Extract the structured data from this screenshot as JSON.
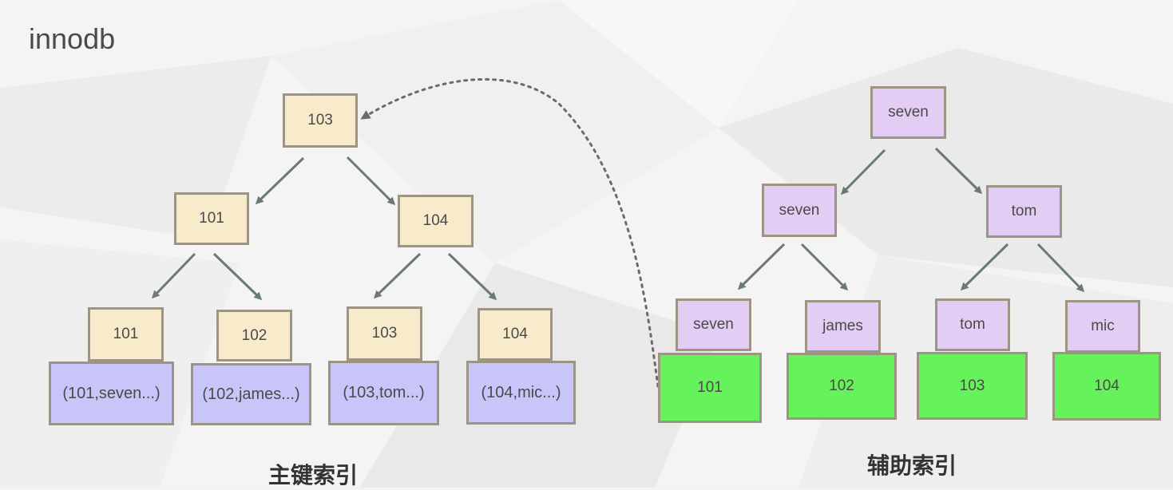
{
  "title": "innodb",
  "primary_index": {
    "caption": "主键索引",
    "root": "103",
    "level2": [
      "101",
      "104"
    ],
    "leaf_keys": [
      "101",
      "102",
      "103",
      "104"
    ],
    "leaf_rows": [
      "(101,seven...)",
      "(102,james...)",
      "(103,tom...)",
      "(104,mic...)"
    ]
  },
  "secondary_index": {
    "caption": "辅助索引",
    "root": "seven",
    "level2": [
      "seven",
      "tom"
    ],
    "leaf_keys": [
      "seven",
      "james",
      "tom",
      "mic"
    ],
    "leaf_pks": [
      "101",
      "102",
      "103",
      "104"
    ]
  },
  "colors": {
    "pk_node": "#f7ebcc",
    "row_node": "#c8c6f8",
    "secondary_node": "#e3cdf5",
    "pk_leaf": "#66f25a",
    "arrow": "#6b7a73"
  }
}
